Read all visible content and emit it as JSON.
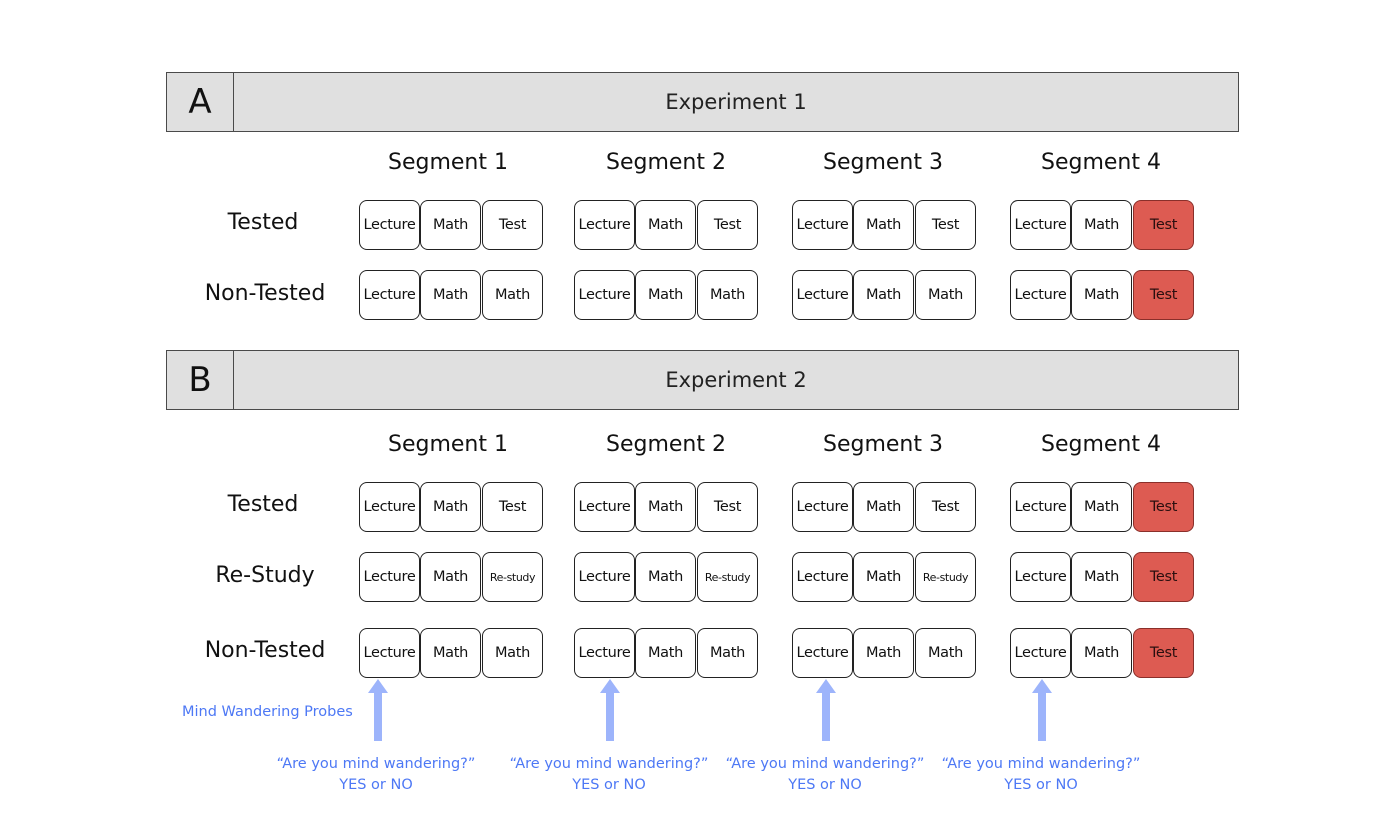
{
  "panels": {
    "a": {
      "letter": "A",
      "title": "Experiment 1"
    },
    "b": {
      "letter": "B",
      "title": "Experiment 2"
    }
  },
  "segments": [
    "Segment 1",
    "Segment 2",
    "Segment 3",
    "Segment 4"
  ],
  "rows": {
    "tested": "Tested",
    "non_tested": "Non-Tested",
    "re_study": "Re-Study"
  },
  "boxes": {
    "lecture": "Lecture",
    "math": "Math",
    "test": "Test",
    "restudy": "Re-study"
  },
  "probes": {
    "label": "Mind Wandering Probes",
    "question": "“Are you mind wandering?”",
    "answer": "YES or NO"
  },
  "colors": {
    "final_test": "#dd5b52",
    "probe": "#4d78f5",
    "arrow": "#9db4fb",
    "bar": "#e0e0e0"
  }
}
